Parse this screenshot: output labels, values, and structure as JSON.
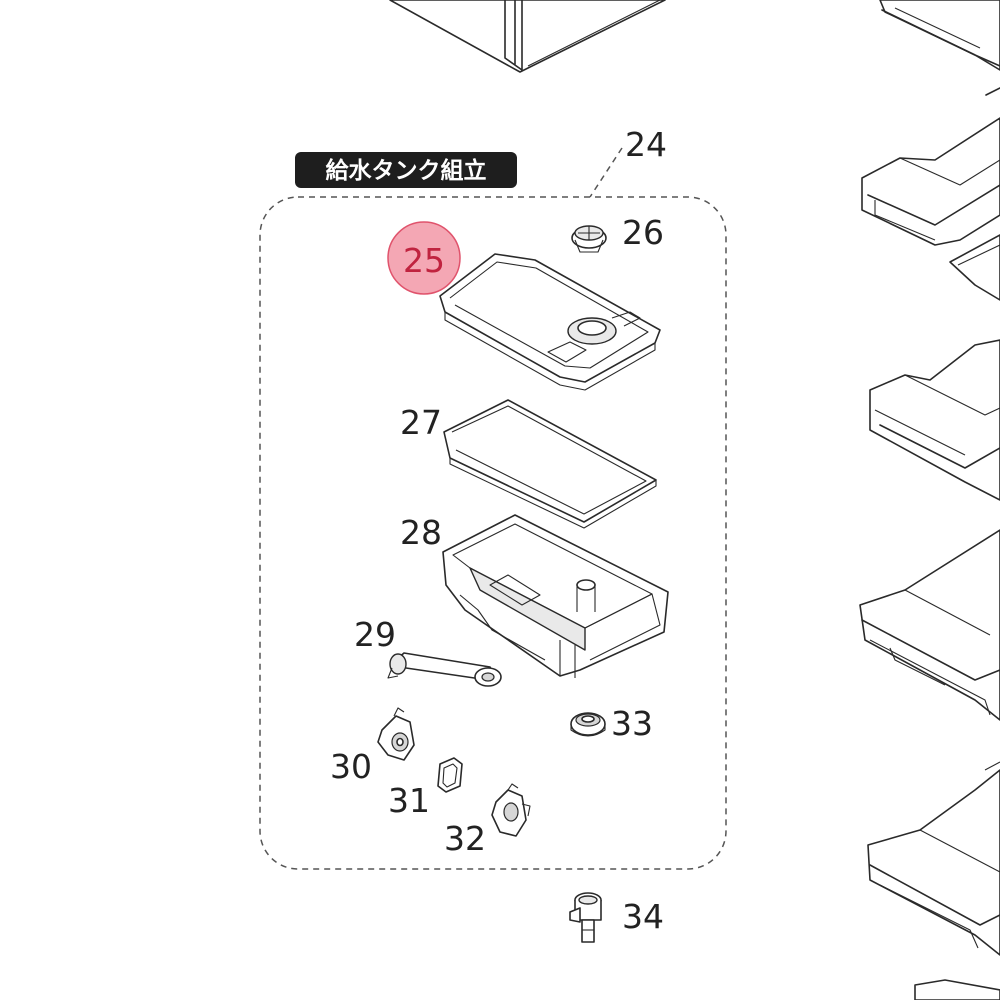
{
  "assembly_title": "給水タンク組立",
  "parts": {
    "p24": "24",
    "p25": "25",
    "p26": "26",
    "p27": "27",
    "p28": "28",
    "p29": "29",
    "p30": "30",
    "p31": "31",
    "p32": "32",
    "p33": "33",
    "p34": "34"
  },
  "highlighted_part": "25",
  "colors": {
    "highlight_fill": "#f4a7b4",
    "highlight_stroke": "#e0536c",
    "label_bg": "#1e1e1e"
  }
}
